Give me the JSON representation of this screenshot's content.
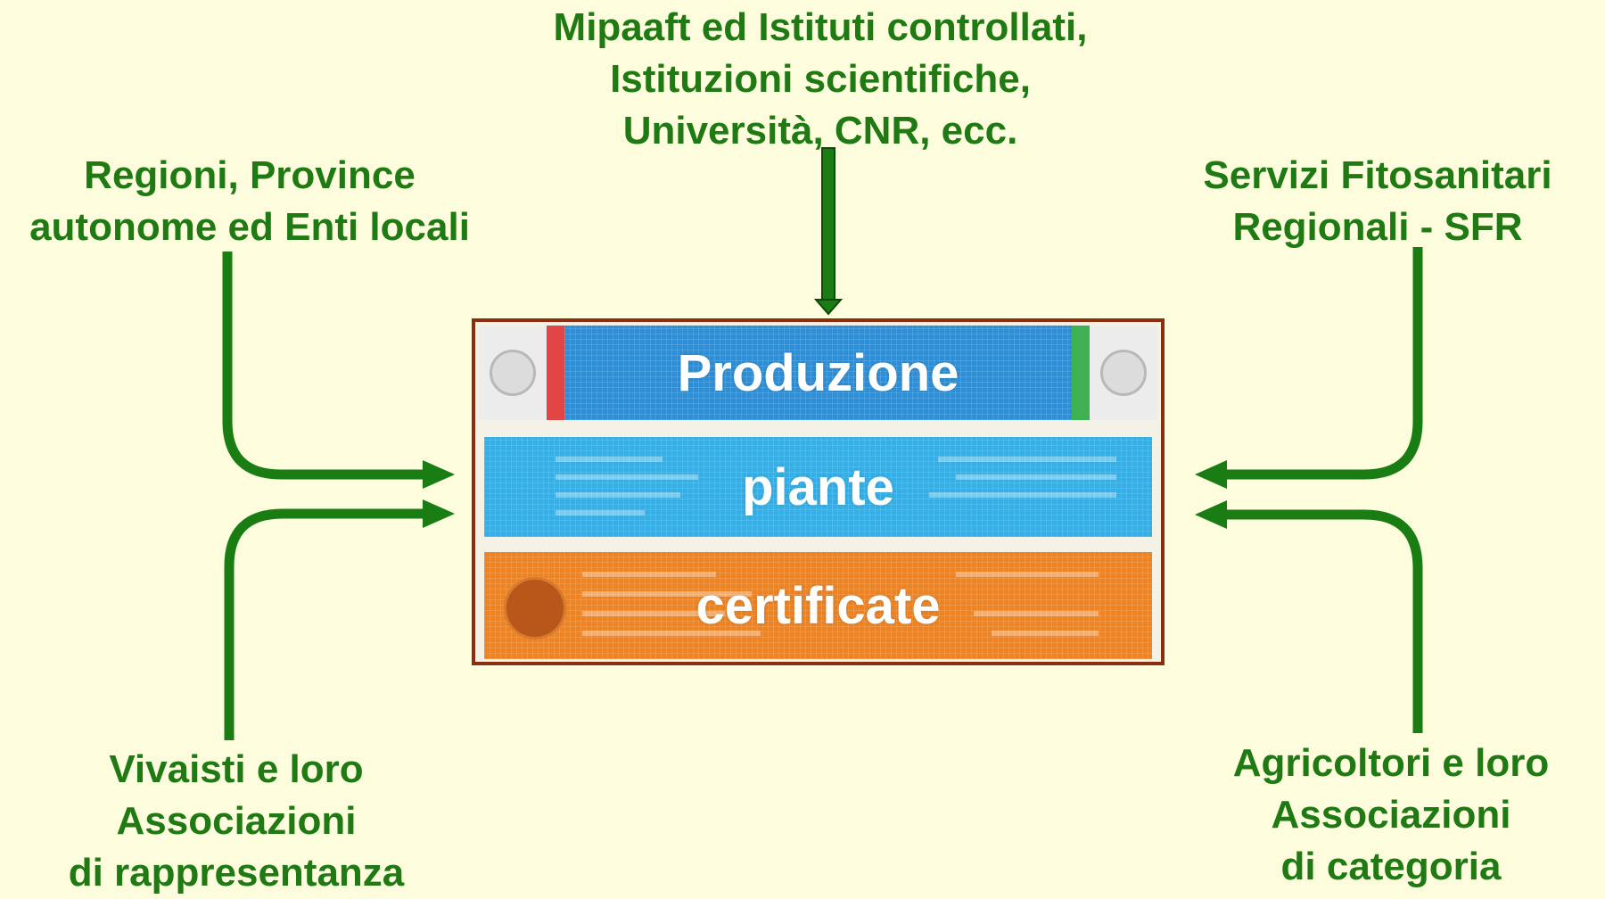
{
  "labels": {
    "top": [
      "Mipaaft ed Istituti controllati,",
      "Istituzioni scientifiche,",
      "Università, CNR, ecc."
    ],
    "top_left": [
      "Regioni, Province",
      "autonome ed Enti locali"
    ],
    "top_right": [
      "Servizi Fitosanitari",
      "Regionali - SFR"
    ],
    "bottom_left": [
      "Vivaisti e loro",
      "Associazioni",
      "di rappresentanza"
    ],
    "bottom_right": [
      "Agricoltori e loro",
      "Associazioni",
      "di categoria"
    ]
  },
  "certificate": {
    "line1": "Produzione",
    "line2": "piante",
    "line3": "certificate"
  },
  "colors": {
    "background": "#fdfcdc",
    "text_green": "#1f7a14",
    "arrow_green": "#1a7d14",
    "border": "#8a2e10",
    "band_blue": "#2f8fd6",
    "band_cyan": "#38aee3",
    "band_orange": "#ec8425"
  }
}
